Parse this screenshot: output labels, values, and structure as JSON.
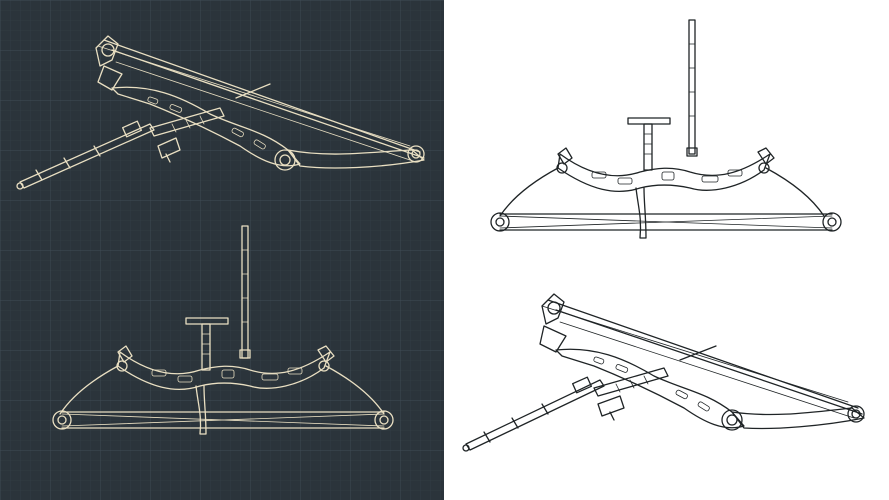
{
  "colors": {
    "dark_background": "#2b343b",
    "grid_minor": "#36414a",
    "grid_major": "#3f4b55",
    "dark_line": "#e9dfc2",
    "light_background": "#ffffff",
    "light_line": "#1f2426"
  },
  "views": [
    {
      "panel": "dark",
      "view": "isometric"
    },
    {
      "panel": "dark",
      "view": "front"
    },
    {
      "panel": "light",
      "view": "front"
    },
    {
      "panel": "light",
      "view": "isometric"
    }
  ]
}
